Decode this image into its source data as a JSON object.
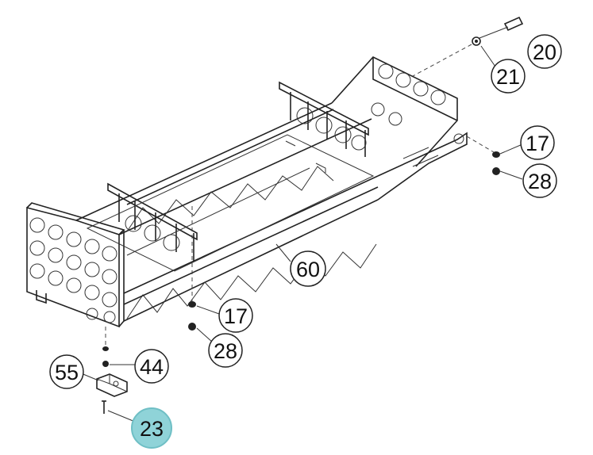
{
  "callouts": {
    "c20": "20",
    "c21": "21",
    "c17a": "17",
    "c28a": "28",
    "c60": "60",
    "c17b": "17",
    "c28b": "28",
    "c55": "55",
    "c44": "44",
    "c23": "23"
  },
  "colors": {
    "highlight_fill": "#8fd3d8",
    "highlight_stroke": "#6fbfc5",
    "line": "#222222"
  }
}
